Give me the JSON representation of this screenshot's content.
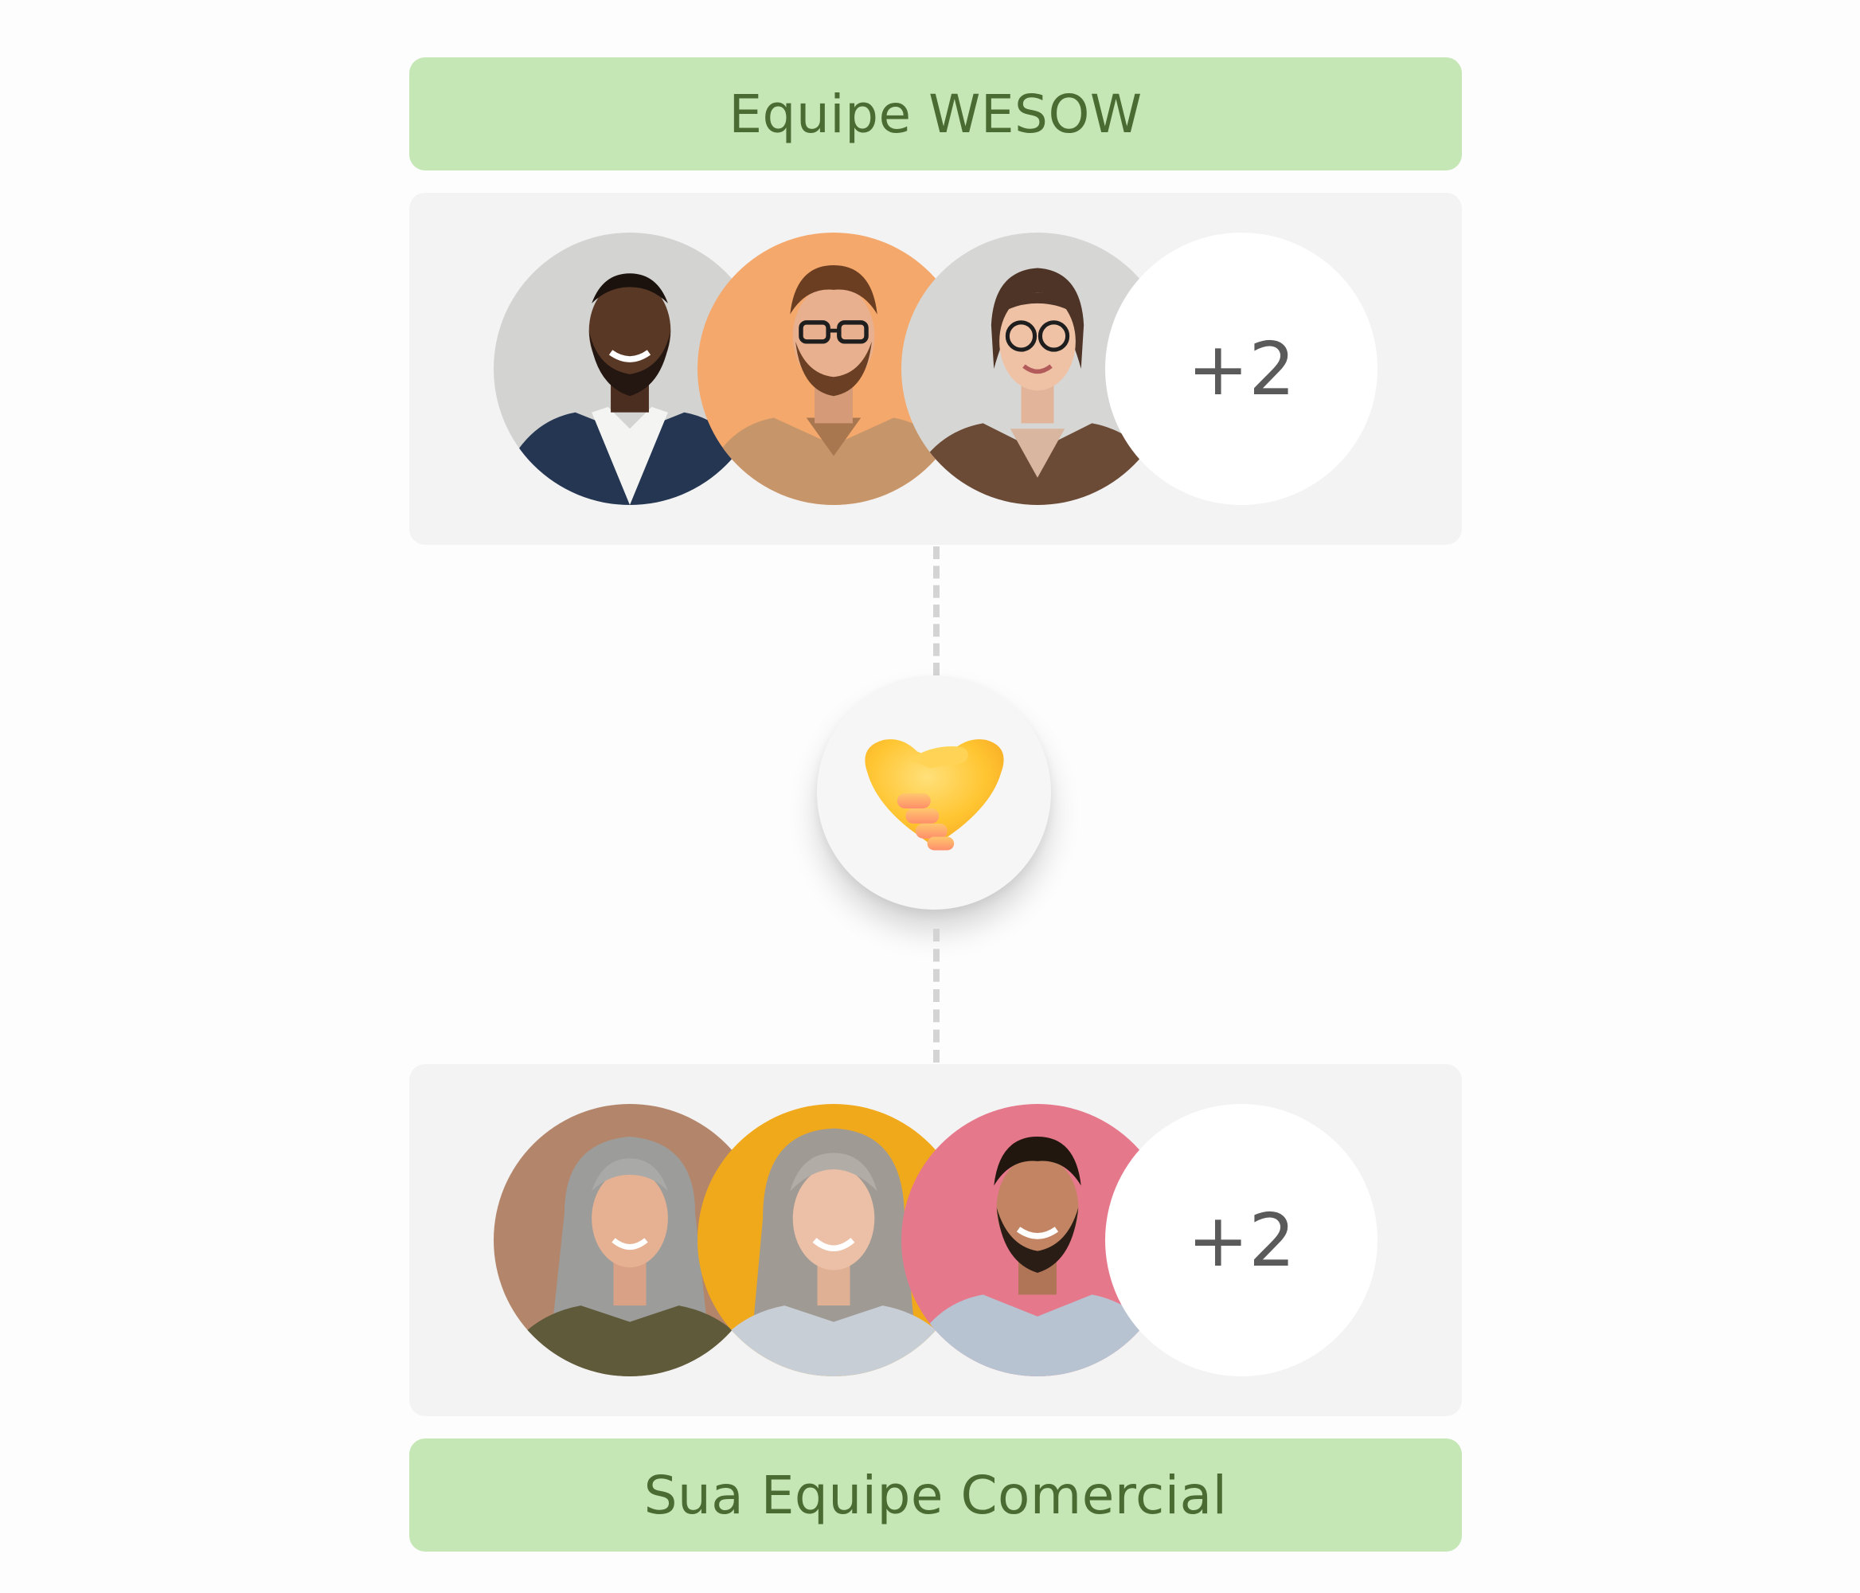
{
  "teams": {
    "top": {
      "label": "Equipe WESOW",
      "overflow_count": "+2"
    },
    "bottom": {
      "label": "Sua Equipe Comercial",
      "overflow_count": "+2"
    }
  },
  "hub": {
    "icon": "handshake-icon"
  },
  "colors": {
    "label_bg": "#c5e6b5",
    "label_text": "#4a6b32",
    "card_bg": "#f3f3f3",
    "connector": "#d4d4d4"
  }
}
